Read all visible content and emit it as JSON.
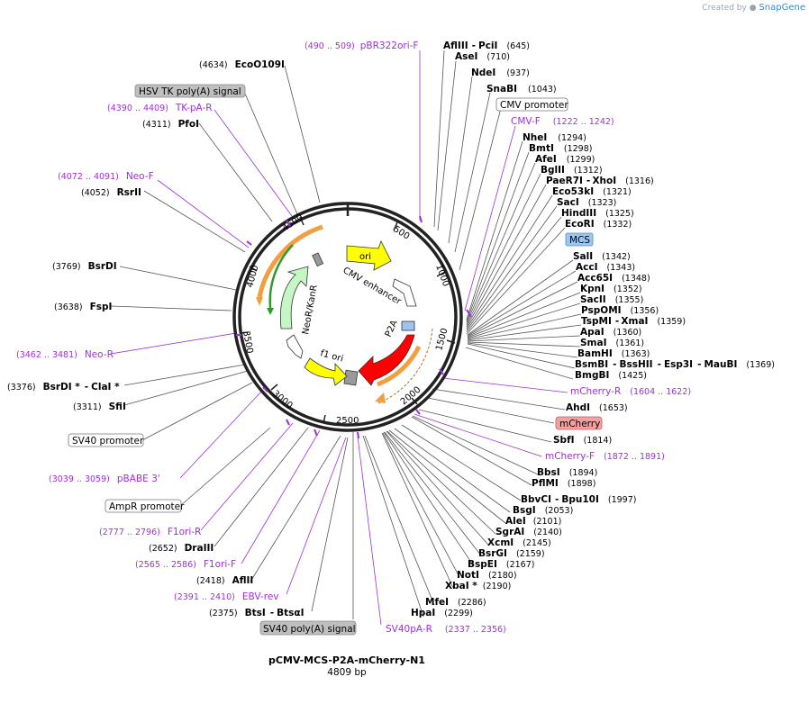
{
  "brand": {
    "created_by": "Created by",
    "name": "SnapGene"
  },
  "plasmid": {
    "name": "pCMV-MCS-P2A-mCherry-N1",
    "size_label": "4809 bp"
  },
  "map": {
    "ticks": [
      "500",
      "1000",
      "1500",
      "2000",
      "2500",
      "3000",
      "3500",
      "4000",
      "4500"
    ],
    "features_inside": [
      "ori",
      "CMV enhancer",
      "P2A",
      "f1 ori",
      "NeoR/KanR"
    ]
  },
  "labels": {
    "prim_pbr322": {
      "range": "(490 .. 509)",
      "name": "pBR322ori-F"
    },
    "afliii_pcii": {
      "name1": "AflIII",
      "name2": "PciI",
      "pos": "(645)"
    },
    "asei": {
      "name": "AseI",
      "pos": "(710)"
    },
    "ndei": {
      "name": "NdeI",
      "pos": "(937)"
    },
    "snabi": {
      "name": "SnaBI",
      "pos": "(1043)"
    },
    "cmv_promoter": "CMV promoter",
    "prim_cmvf": {
      "name": "CMV-F",
      "range": "(1222 .. 1242)"
    },
    "nhei": {
      "name": "NheI",
      "pos": "(1294)"
    },
    "bmti": {
      "name": "BmtI",
      "pos": "(1298)"
    },
    "afei": {
      "name": "AfeI",
      "pos": "(1299)"
    },
    "bglii": {
      "name": "BglII",
      "pos": "(1312)"
    },
    "paer7i_xhoi": {
      "name1": "PaeR7I",
      "name2": "XhoI",
      "pos": "(1316)"
    },
    "eco53ki": {
      "name": "Eco53kI",
      "pos": "(1321)"
    },
    "saci": {
      "name": "SacI",
      "pos": "(1323)"
    },
    "hindiii": {
      "name": "HindIII",
      "pos": "(1325)"
    },
    "ecori": {
      "name": "EcoRI",
      "pos": "(1332)"
    },
    "mcs": "MCS",
    "sali": {
      "name": "SalI",
      "pos": "(1342)"
    },
    "acci": {
      "name": "AccI",
      "pos": "(1343)"
    },
    "acc65i": {
      "name": "Acc65I",
      "pos": "(1348)"
    },
    "kpni": {
      "name": "KpnI",
      "pos": "(1352)"
    },
    "sacii": {
      "name": "SacII",
      "pos": "(1355)"
    },
    "pspomi": {
      "name": "PspOMI",
      "pos": "(1356)"
    },
    "tspmi_xmai": {
      "name1": "TspMI",
      "name2": "XmaI",
      "pos": "(1359)"
    },
    "apai": {
      "name": "ApaI",
      "pos": "(1360)"
    },
    "smai": {
      "name": "SmaI",
      "pos": "(1361)"
    },
    "bamhi": {
      "name": "BamHI",
      "pos": "(1363)"
    },
    "bsmbi_group": {
      "name1": "BsmBI",
      "name2": "BssHII",
      "name3": "Esp3I",
      "name4": "MauBI",
      "pos": "(1369)"
    },
    "bmgbi": {
      "name": "BmgBI",
      "pos": "(1425)"
    },
    "prim_mcherryr": {
      "name": "mCherry-R",
      "range": "(1604 .. 1622)"
    },
    "ahdi": {
      "name": "AhdI",
      "pos": "(1653)"
    },
    "mcherry": "mCherry",
    "sbfi": {
      "name": "SbfI",
      "pos": "(1814)"
    },
    "prim_mcherryf": {
      "name": "mCherry-F",
      "range": "(1872 .. 1891)"
    },
    "bbsi": {
      "name": "BbsI",
      "pos": "(1894)"
    },
    "pflmi": {
      "name": "PflMI",
      "pos": "(1898)"
    },
    "bbvci_bpu10i": {
      "name1": "BbvCI",
      "name2": "Bpu10I",
      "pos": "(1997)"
    },
    "bsgi": {
      "name": "BsgI",
      "pos": "(2053)"
    },
    "alei": {
      "name": "AleI",
      "pos": "(2101)"
    },
    "sgrai": {
      "name": "SgrAI",
      "pos": "(2140)"
    },
    "xcmi": {
      "name": "XcmI",
      "pos": "(2145)"
    },
    "bsrgi": {
      "name": "BsrGI",
      "pos": "(2159)"
    },
    "bspei": {
      "name": "BspEI",
      "pos": "(2167)"
    },
    "noti": {
      "name": "NotI",
      "pos": "(2180)"
    },
    "xbai": {
      "name": "XbaI *",
      "pos": "(2190)"
    },
    "mfei": {
      "name": "MfeI",
      "pos": "(2286)"
    },
    "hpai": {
      "name": "HpaI",
      "pos": "(2299)"
    },
    "prim_sv40par": {
      "name": "SV40pA-R",
      "range": "(2337 .. 2356)"
    },
    "sv40_polya": "SV40 poly(A) signal",
    "btsi": {
      "pos": "(2375)",
      "name1": "BtsI",
      "name2": "BtsαI"
    },
    "prim_ebvrev": {
      "range": "(2391 .. 2410)",
      "name": "EBV-rev"
    },
    "afliii2": {
      "pos": "(2418)",
      "name": "AflII"
    },
    "prim_f1orif": {
      "range": "(2565 .. 2586)",
      "name": "F1ori-F"
    },
    "draiii": {
      "pos": "(2652)",
      "name": "DraIII"
    },
    "prim_f1orir": {
      "range": "(2777 .. 2796)",
      "name": "F1ori-R"
    },
    "ampr_promoter": "AmpR promoter",
    "prim_pbabe3": {
      "range": "(3039 .. 3059)",
      "name": "pBABE 3'"
    },
    "sv40_promoter": "SV40 promoter",
    "sfii": {
      "pos": "(3311)",
      "name": "SfiI"
    },
    "bsrdi_clai": {
      "pos": "(3376)",
      "name1": "BsrDI *",
      "name2": "ClaI *"
    },
    "prim_neor": {
      "range": "(3462 .. 3481)",
      "name": "Neo-R"
    },
    "fspi": {
      "pos": "(3638)",
      "name": "FspI"
    },
    "bsrdi": {
      "pos": "(3769)",
      "name": "BsrDI"
    },
    "rsrii": {
      "pos": "(4052)",
      "name": "RsrII"
    },
    "prim_neof": {
      "range": "(4072 .. 4091)",
      "name": "Neo-F"
    },
    "pfoi": {
      "pos": "(4311)",
      "name": "PfoI"
    },
    "prim_tkpar": {
      "range": "(4390 .. 4409)",
      "name": "TK-pA-R"
    },
    "hsv_tk": "HSV TK poly(A) signal",
    "eco0109i": {
      "pos": "(4634)",
      "name": "EcoO109I"
    }
  },
  "colors": {
    "primer": "#9b30d9",
    "ori": "#ffff00",
    "mcherry": "#ff0000",
    "p2a": "#9cc6f0",
    "neor": "#c6f5c6",
    "ampr_green": "#2e9b2e",
    "orange": "#f0a040",
    "mcs_box": "#9cc6f0",
    "mcherry_box": "#f4a0a0",
    "grey_box": "#bfbfbf"
  }
}
